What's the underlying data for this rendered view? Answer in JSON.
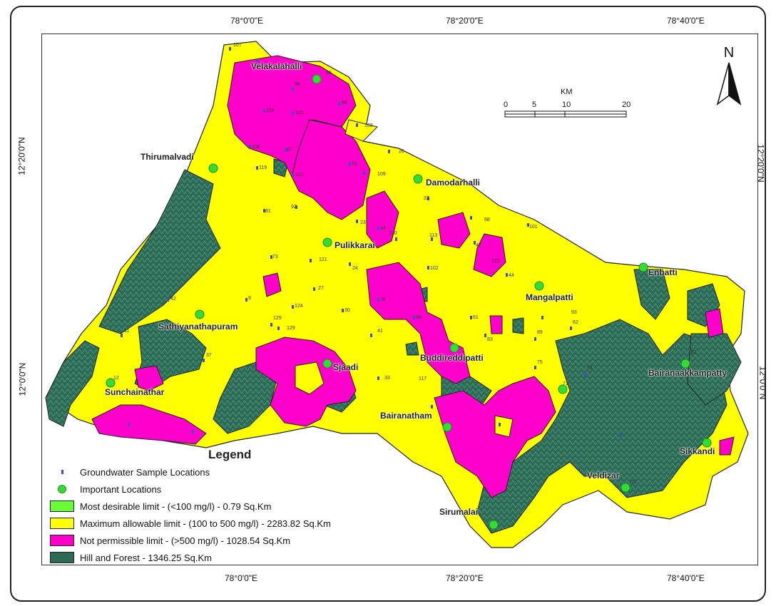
{
  "axes": {
    "top_ticks": [
      "78°0'0\"E",
      "78°20'0\"E",
      "78°40'0\"E"
    ],
    "bottom_ticks": [
      "78°0'0\"E",
      "78°20'0\"E",
      "78°40'0\"E"
    ],
    "left_ticks": [
      "12°20'0\"N",
      "12°0'0\"N"
    ],
    "right_ticks": [
      "12°20'0\"N",
      "12°0'0\"N"
    ]
  },
  "north_arrow": {
    "label": "N",
    "icon": "north-arrow-icon"
  },
  "scale_bar": {
    "unit": "KM",
    "ticks": [
      "0",
      "5",
      "10",
      "20"
    ]
  },
  "places": [
    "Velakalahalli",
    "Thirumalvadi",
    "Damodarhalli",
    "Pulikkarai",
    "Sathiyanathapuram",
    "Sunchainathar",
    "Sjaadi",
    "Buddireddipatti",
    "Bairanatham",
    "Mangalpatti",
    "Enbatti",
    "Bairanaakkampatty",
    "Sikkandi",
    "Veldizar",
    "Sirumalai"
  ],
  "legend": {
    "title": "Legend",
    "items": [
      {
        "label": "Groundwater Sample Locations",
        "symbol": "blue-dot",
        "color": "#3b4fc8"
      },
      {
        "label": "Important Locations",
        "symbol": "green-circle",
        "color": "#33dd33"
      },
      {
        "label": "Most desirable limit - (<100 mg/l) - 0.79 Sq.Km",
        "color": "#66ff33"
      },
      {
        "label": "Maximum allowable limit - (100 to 500 mg/l) - 2283.82 Sq.Km",
        "color": "#ffff00"
      },
      {
        "label": "Not permissible limit - (>500 mg/l) - 1028.54 Sq.Km",
        "color": "#ff00cc"
      },
      {
        "label": "Hill and Forest - 1346.25 Sq.Km",
        "color": "#2c6b56"
      }
    ]
  },
  "sample_numbers": [
    "107",
    "66",
    "98",
    "118",
    "110",
    "99",
    "103",
    "106",
    "67",
    "119",
    "101",
    "70",
    "26",
    "109",
    "32",
    "68",
    "81",
    "92",
    "23",
    "14",
    "130",
    "113",
    "47",
    "122",
    "101",
    "73",
    "121",
    "24",
    "102",
    "44",
    "42",
    "9",
    "27",
    "124",
    "30",
    "39",
    "94",
    "61",
    "93",
    "62",
    "11",
    "125",
    "129",
    "41",
    "83",
    "89",
    "37",
    "12",
    "33",
    "75",
    "54",
    "71",
    "112",
    "117",
    "67"
  ]
}
